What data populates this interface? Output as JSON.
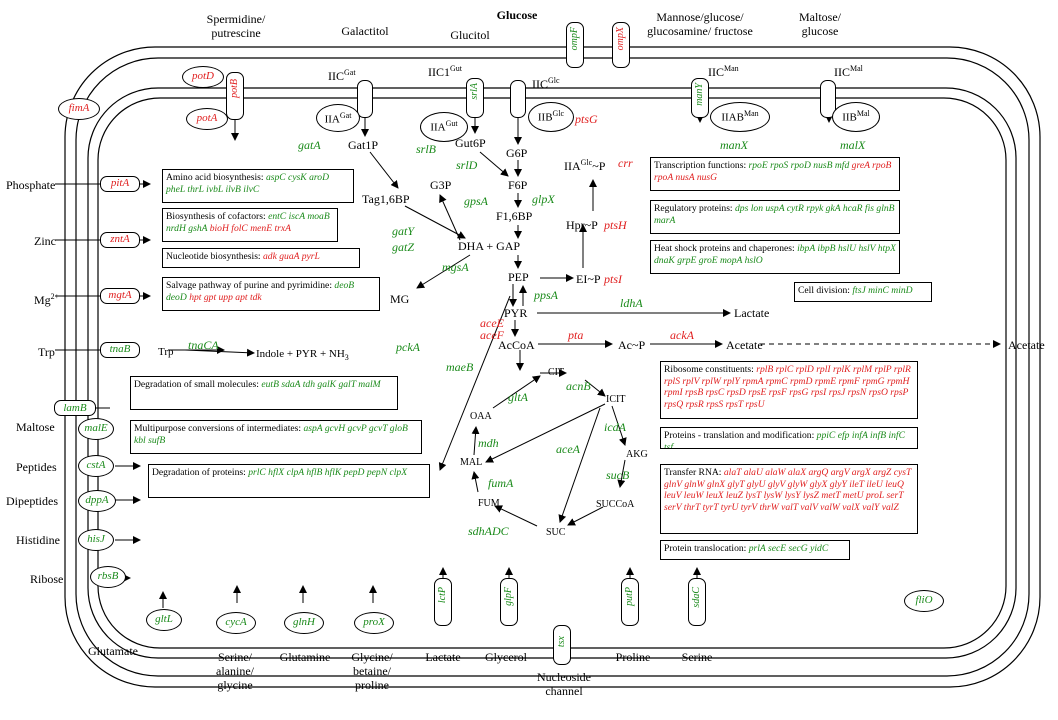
{
  "colors": {
    "green": "#1a8a1a",
    "red": "#e02020"
  },
  "top": {
    "spermidine": "Spermidine/\nputrescine",
    "galactitol": "Galactitol",
    "glucitol": "Glucitol",
    "glucose": "Glucose",
    "mannose": "Mannose/glucose/\nglucosamine/ fructose",
    "maltose": "Maltose/\nglucose"
  },
  "channels": {
    "ompF": "ompF",
    "ompX": "ompX",
    "potB": "potB",
    "srlA": "srlA",
    "manY": "manY",
    "lctP": "lctP",
    "glpF": "glpF",
    "tsx": "tsx",
    "putP": "putP",
    "sdaC": "sdaC"
  },
  "transporters": {
    "iic_gat": "IIC",
    "iic_gat_sup": "Gat",
    "iic1_gut": "IIC1",
    "iic1_gut_sup": "Gut",
    "iic_glc": "IIC",
    "iic_glc_sup": "Glc",
    "iic_man": "IIC",
    "iic_man_sup": "Man",
    "iic_mal": "IIC",
    "iic_mal_sup": "Mal",
    "iia_gat": "IIA",
    "iia_gat_sup": "Gat",
    "iia_gut": "IIA",
    "iia_gut_sup": "Gut",
    "iib_glc": "IIB",
    "iib_glc_sup": "Glc",
    "iiab_man": "IIAB",
    "iiab_man_sup": "Man",
    "iib_mal": "IIB",
    "iib_mal_sup": "Mal"
  },
  "genes_membrane": {
    "potD": "potD",
    "potA": "potA",
    "fimA": "fimA",
    "ptsG": "ptsG",
    "gatA": "gatA",
    "srlB": "srlB",
    "manX": "manX",
    "malX": "malX",
    "lamB": "lamB",
    "malE": "malE",
    "cstA": "cstA",
    "dppA": "dppA",
    "hisJ": "hisJ",
    "rbsB": "rbsB",
    "gltL": "gltL",
    "cycA": "cycA",
    "glnH": "glnH",
    "proX": "proX",
    "fliO": "fliO"
  },
  "left_transport": {
    "pitA": "pitA",
    "zntA": "zntA",
    "mgtA": "mgtA",
    "tnaB": "tnaB"
  },
  "left_labels": {
    "phosphate": "Phosphate",
    "zinc": "Zinc",
    "mg": "Mg",
    "mg_sup": "2+",
    "trp": "Trp",
    "maltose": "Maltose",
    "peptides": "Peptides",
    "dipeptides": "Dipeptides",
    "histidine": "Histidine",
    "ribose": "Ribose",
    "glutamate": "Glutamate"
  },
  "bottom_labels": {
    "serine": "Serine/\nalanine/\nglycine",
    "glutamine": "Glutamine",
    "glycine": "Glycine/\nbetaine/\nproline",
    "lactate": "Lactate",
    "glycerol": "Glycerol",
    "nucleoside": "Nucleoside\nchannel",
    "proline": "Proline",
    "serine2": "Serine"
  },
  "metabolites": {
    "gat1p": "Gat1P",
    "gut6p": "Gut6P",
    "g6p": "G6P",
    "tag16bp": "Tag1,6BP",
    "g3p": "G3P",
    "f6p": "F6P",
    "f16bp": "F1,6BP",
    "dha_gap": "DHA + GAP",
    "pep": "PEP",
    "mg": "MG",
    "pyr": "PYR",
    "lactate": "Lactate",
    "accoa": "AcCoA",
    "acp": "Ac~P",
    "acetate": "Acetate",
    "acetate_out": "Acetate",
    "cit": "CIT",
    "icit": "ICIT",
    "oaa": "OAA",
    "mal": "MAL",
    "akg": "AKG",
    "fum": "FUM",
    "succoa": "SUCCoA",
    "suc": "SUC",
    "iiaglcp": "IIA",
    "iiaglcp_sup": "Glc",
    "iiaglcp_tail": "~P",
    "hprp": "Hpr~P",
    "eip": "EI~P",
    "trp": "Trp",
    "indole": "Indole + PYR + NH",
    "indole_sub": "3"
  },
  "enzymes": {
    "srlD": "srlD",
    "gpsA": "gpsA",
    "glpX": "glpX",
    "gatY": "gatY",
    "gatZ": "gatZ",
    "mgsA": "mgsA",
    "ppsA": "ppsA",
    "ldhA": "ldhA",
    "pckA": "pckA",
    "aceE": "aceE",
    "aceF": "aceF",
    "pta": "pta",
    "ackA": "ackA",
    "maeB": "maeB",
    "gltA": "gltA",
    "acnB": "acnB",
    "icdA": "icdA",
    "aceA": "aceA",
    "mdh": "mdh",
    "sucB": "sucB",
    "fumA": "fumA",
    "sdhADC": "sdhADC",
    "crr": "crr",
    "ptsH": "ptsH",
    "ptsI": "ptsI",
    "tnaCA": "tnaCA"
  },
  "boxes_left": [
    {
      "title": "Amino acid biosynthesis: ",
      "green": "aspC cysK aroD pheL thrL ivbL ilvB ilvC",
      "red": ""
    },
    {
      "title": "Biosynthesis of cofactors: ",
      "green": "entC iscA moaB nrdH gshA ",
      "red": "bioH folC menE trxA"
    },
    {
      "title": "Nucleotide biosynthesis: ",
      "green": "",
      "red": "adk guaA pyrL"
    },
    {
      "title": "Salvage pathway of purine and pyrimidine: ",
      "green": "deoB deoD ",
      "red": "hpt gpt upp apt tdk"
    },
    {
      "title": "Degradation of small molecules: ",
      "green": "eutB sdaA tdh galK galT malM",
      "red": ""
    },
    {
      "title": "Multipurpose conversions of intermediates: ",
      "green": "aspA gcvH gcvP gcvT gloB kbl sufB",
      "red": ""
    },
    {
      "title": "Degradation of proteins: ",
      "green": "prlC hflX clpA hflB hflK pepD pepN clpX",
      "red": ""
    }
  ],
  "boxes_right": [
    {
      "title": "Transcription functions: ",
      "green": "rpoE rpoS rpoD nusB mfd ",
      "red": "greA rpoB rpoA nusA nusG"
    },
    {
      "title": "Regulatory proteins: ",
      "green": "dps lon uspA cytR rpyk gkA hcaR fis glnB marA",
      "red": ""
    },
    {
      "title": "Heat shock proteins and chaperones: ",
      "green": "ibpA ibpB hslU hslV htpX dnaK grpE groE mopA hslO",
      "red": ""
    },
    {
      "title": "Cell division: ",
      "green": "ftsJ minC minD",
      "red": ""
    },
    {
      "title": "Ribosome constituents: ",
      "green": "",
      "red": "rplB rplC rplD rplI rplK rplM rplP rplR rplS rplV rplW rplY rpmA rpmC rpmD rpmE rpmF rpmG rpmH rpmI rpsB rpsC rpsD rpsE rpsF rpsG rpsI rpsJ rpsN rpsO rpsP rpsQ rpsR rpsS rpsT rpsU"
    },
    {
      "title": "Proteins - translation and modification: ",
      "green": "ppiC efp infA infB infC tsf",
      "red": ""
    },
    {
      "title": "Transfer RNA: ",
      "green": "",
      "red": "alaT alaU alaW alaX argQ argV argX argZ cysT glnV glnW glnX glyT glyU glyV glyW glyX glyY ileT ileU leuQ leuV leuW leuX leuZ lysT lysW lysY lysZ metT metU proL serT serV thrT tyrT tyrU tyrV thrW valT valV valW valX valY valZ"
    },
    {
      "title": "Protein translocation: ",
      "green": "prlA secE secG yidC",
      "red": ""
    }
  ]
}
